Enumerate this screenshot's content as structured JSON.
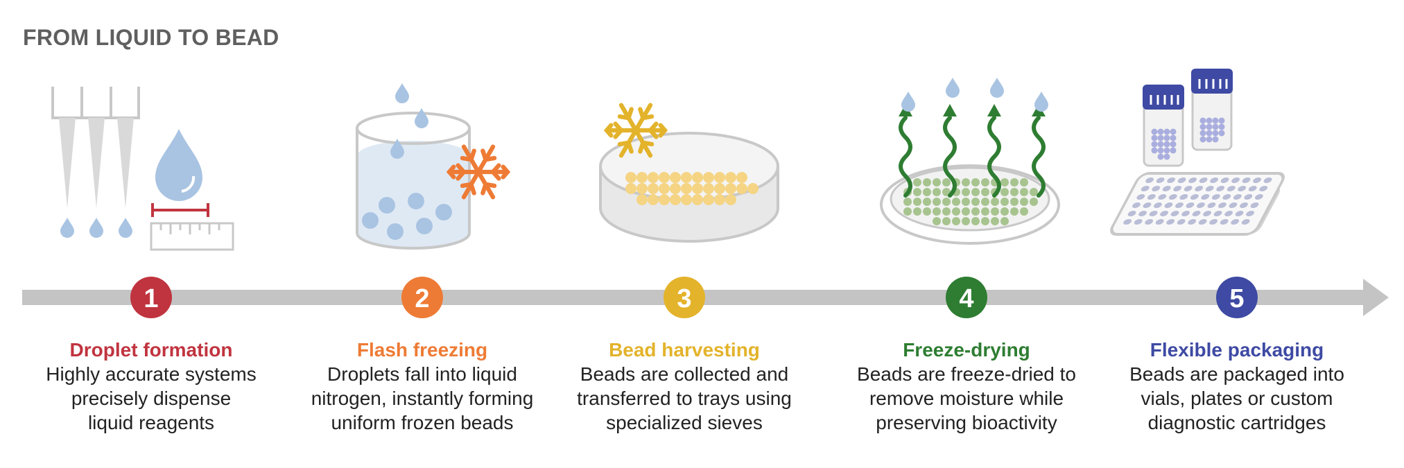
{
  "title": "FROM LIQUID TO BEAD",
  "colors": {
    "arrow": "#c4c4c4",
    "outline": "#c8c8c8",
    "droplet": "#a9c4e2",
    "ruler_mark": "#c0343f"
  },
  "steps": [
    {
      "number": "1",
      "title": "Droplet formation",
      "color": "#c0343f",
      "icon": "pipette-droplet-ruler-icon",
      "desc": [
        "Highly accurate systems",
        "precisely dispense",
        "liquid reagents"
      ]
    },
    {
      "number": "2",
      "title": "Flash freezing",
      "color": "#ee7b35",
      "icon": "nitrogen-beaker-snowflake-icon",
      "desc": [
        "Droplets fall into liquid",
        "nitrogen, instantly forming",
        "uniform frozen beads"
      ]
    },
    {
      "number": "3",
      "title": "Bead harvesting",
      "color": "#e3b32b",
      "icon": "sieve-tray-snowflake-icon",
      "desc": [
        "Beads are collected and",
        "transferred to trays using",
        "specialized sieves"
      ]
    },
    {
      "number": "4",
      "title": "Freeze-drying",
      "color": "#2e7d32",
      "icon": "drying-tray-vapor-icon",
      "desc": [
        "Beads are freeze-dried to",
        "remove moisture while",
        "preserving bioactivity"
      ]
    },
    {
      "number": "5",
      "title": "Flexible packaging",
      "color": "#3e4aa3",
      "icon": "vials-and-plate-icon",
      "desc": [
        "Beads are packaged into",
        "vials, plates or custom",
        "diagnostic cartridges"
      ]
    }
  ]
}
